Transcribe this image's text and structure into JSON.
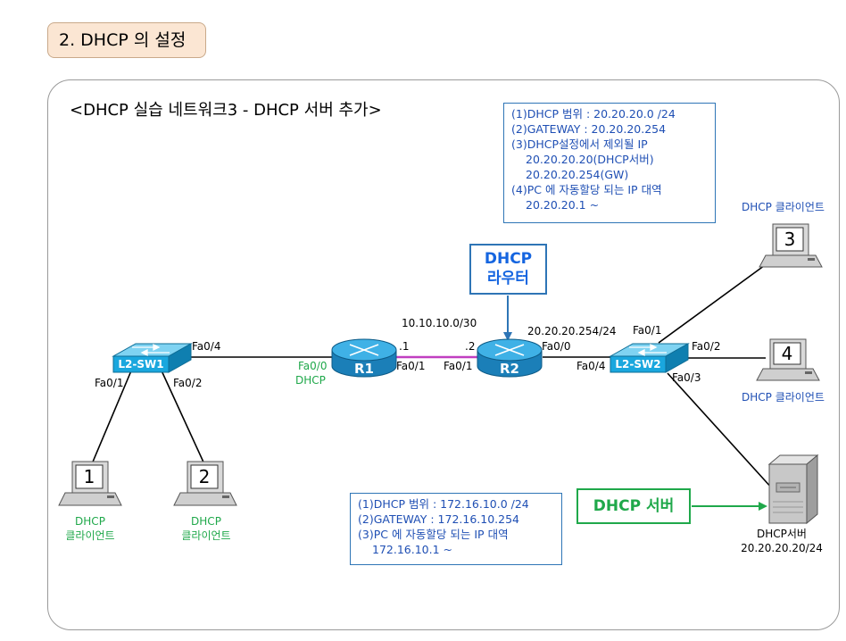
{
  "section_title": "2. DHCP 의 설정",
  "diagram_title": "<DHCP 실습 네트워크3 - DHCP 서버 추가>",
  "info_top": [
    "(1)DHCP 범위 : 20.20.20.0 /24",
    "(2)GATEWAY : 20.20.20.254",
    "(3)DHCP설정에서 제외될 IP",
    "20.20.20.20(DHCP서버)",
    "20.20.20.254(GW)",
    "(4)PC 에 자동할당 되는 IP 대역",
    "20.20.20.1 ~"
  ],
  "info_bottom": [
    "(1)DHCP 범위 : 172.16.10.0 /24",
    "(2)GATEWAY : 172.16.10.254",
    "(3)PC 에 자동할당 되는 IP 대역",
    "172.16.10.1 ~"
  ],
  "router_callout": [
    "DHCP",
    "라우터"
  ],
  "server_callout": "DHCP 서버",
  "devices": {
    "sw1": "L2-SW1",
    "sw2": "L2-SW2",
    "r1": "R1",
    "r2": "R2",
    "pc1": "1",
    "pc2": "2",
    "pc3": "3",
    "pc4": "4"
  },
  "labels": {
    "sw1_fa04": "Fa0/4",
    "sw1_fa01": "Fa0/1",
    "sw1_fa02": "Fa0/2",
    "r1_fa00": "Fa0/0",
    "r1_dhcp": "DHCP",
    "r1_fa01": "Fa0/1",
    "r1_ip": ".1",
    "net_r1_r2": "10.10.10.0/30",
    "r2_ip": ".2",
    "r2_fa01": "Fa0/1",
    "r2_fa00": "Fa0/0",
    "r2_gw": "20.20.20.254/24",
    "sw2_fa04": "Fa0/4",
    "sw2_fa01": "Fa0/1",
    "sw2_fa02": "Fa0/2",
    "sw2_fa03": "Fa0/3",
    "pc1_label1": "DHCP",
    "pc1_label2": "클라이언트",
    "pc2_label1": "DHCP",
    "pc2_label2": "클라이언트",
    "pc3_label": "DHCP 클라이언트",
    "pc4_label": "DHCP 클라이언트",
    "server_label1": "DHCP서버",
    "server_label2": "20.20.20.20/24"
  },
  "colors": {
    "switch": "#1aa7de",
    "router": "#1b8bc5",
    "serial_link": "#c03fc0",
    "label_green": "#1fa84a",
    "label_blue": "#1f4fb4"
  }
}
